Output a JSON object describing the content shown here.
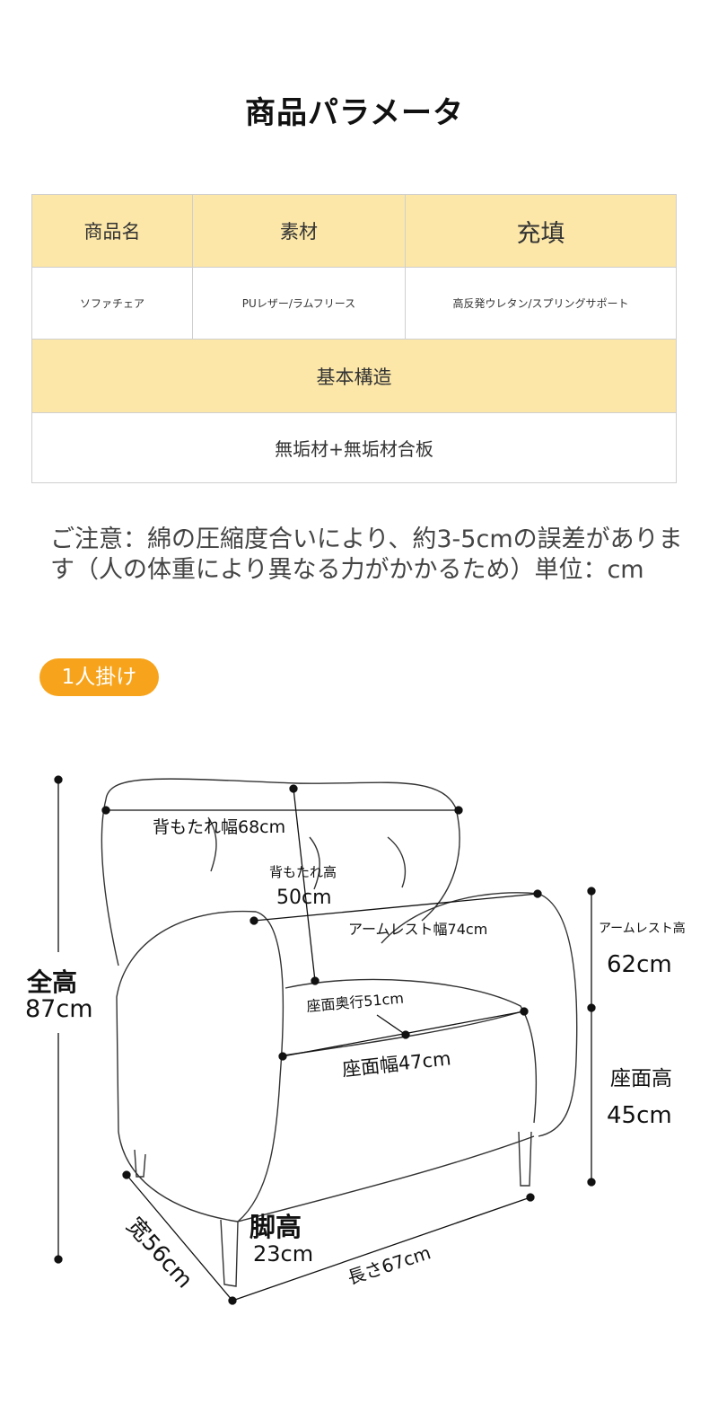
{
  "title": "商品パラメータ",
  "table": {
    "headers": [
      "商品名",
      "素材",
      "充填"
    ],
    "values": [
      "ソファチェア",
      "PUレザー/ラムフリース",
      "高反発ウレタン/スプリングサポート"
    ],
    "structure_header": "基本構造",
    "structure_value": "無垢材+無垢材合板"
  },
  "notice": "ご注意：綿の圧縮度合いにより、約3-5cmの誤差があります（人の体重により異なる力がかかるため）単位：cm",
  "badge": "1人掛け",
  "dimensions": {
    "total_height_label": "全高",
    "total_height_value": "87cm",
    "back_width": "背もたれ幅68cm",
    "back_height_label": "背もたれ高",
    "back_height_value": "50cm",
    "armrest_width": "アームレスト幅74cm",
    "armrest_height_label": "アームレスト高",
    "armrest_height_value": "62cm",
    "seat_depth": "座面奥行51cm",
    "seat_width": "座面幅47cm",
    "seat_height_label": "座面高",
    "seat_height_value": "45cm",
    "leg_height_label": "脚高",
    "leg_height_value": "23cm",
    "depth": "宽56cm",
    "length": "長さ67cm"
  },
  "colors": {
    "header_bg": "#fce7a8",
    "badge_bg": "#f7a41c",
    "border": "#cfcfcf"
  }
}
